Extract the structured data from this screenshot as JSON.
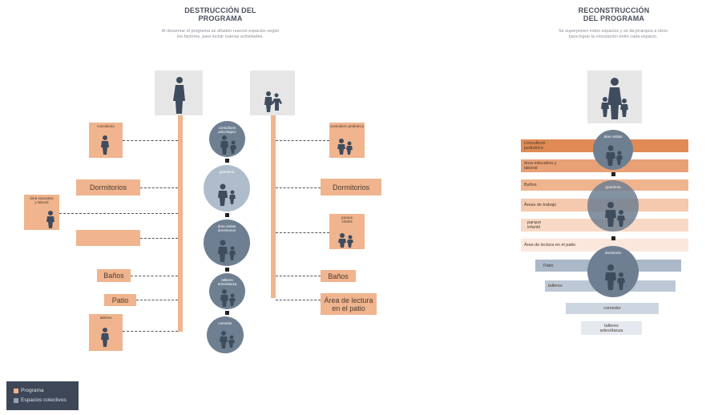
{
  "left": {
    "title_line1": "DESTRUCCIÓN DEL",
    "title_line2": "PROGRAMA",
    "subtitle_line1": "Al desarmar el programa se añaden nuevos espacios según",
    "subtitle_line2": "los factores, para incluir nuevas actividades.",
    "left_boxes": [
      "consultorio",
      "Dormitorios",
      "área educativa y laboral",
      "",
      "Baños",
      "Patio",
      "talleres"
    ],
    "right_boxes": [
      "consultorio pediatrico",
      "Dormitorios",
      "parque infantil",
      "Baños",
      "Área de lectura en el patio"
    ],
    "circles": [
      "consultorio psicologico",
      "guarderia",
      "área visitas dormitorios",
      "talleres artes/danza",
      "comedor"
    ]
  },
  "right": {
    "title_line1": "RECONSTRUCCIÓN",
    "title_line2": "DEL PROGRAMA",
    "subtitle_line1": "Se superponen estos espacios y se da jerarquía a otros",
    "subtitle_line2": "para lograr la vinculación entre cada espacio.",
    "bands": [
      "consultorio pediatrico",
      "área educativa y laboral",
      "Baños",
      "Áreas de trabajo",
      "parque infantil",
      "Área de lectura en el patio",
      "Patio",
      "talleres",
      "comedor",
      "talleres artes/danza"
    ],
    "circles": [
      "área visitas",
      "guarderia",
      "dormitorio"
    ]
  },
  "legend": {
    "items": [
      {
        "label": "Programa",
        "color": "#f0b48e"
      },
      {
        "label": "Espacios colectivos",
        "color": "#8fa3b8"
      }
    ]
  },
  "colors": {
    "programa": "#f0b48e",
    "colectivos": "#6e7f91",
    "band_dark": "#e08a55",
    "band_blue": "#aab8c8"
  }
}
